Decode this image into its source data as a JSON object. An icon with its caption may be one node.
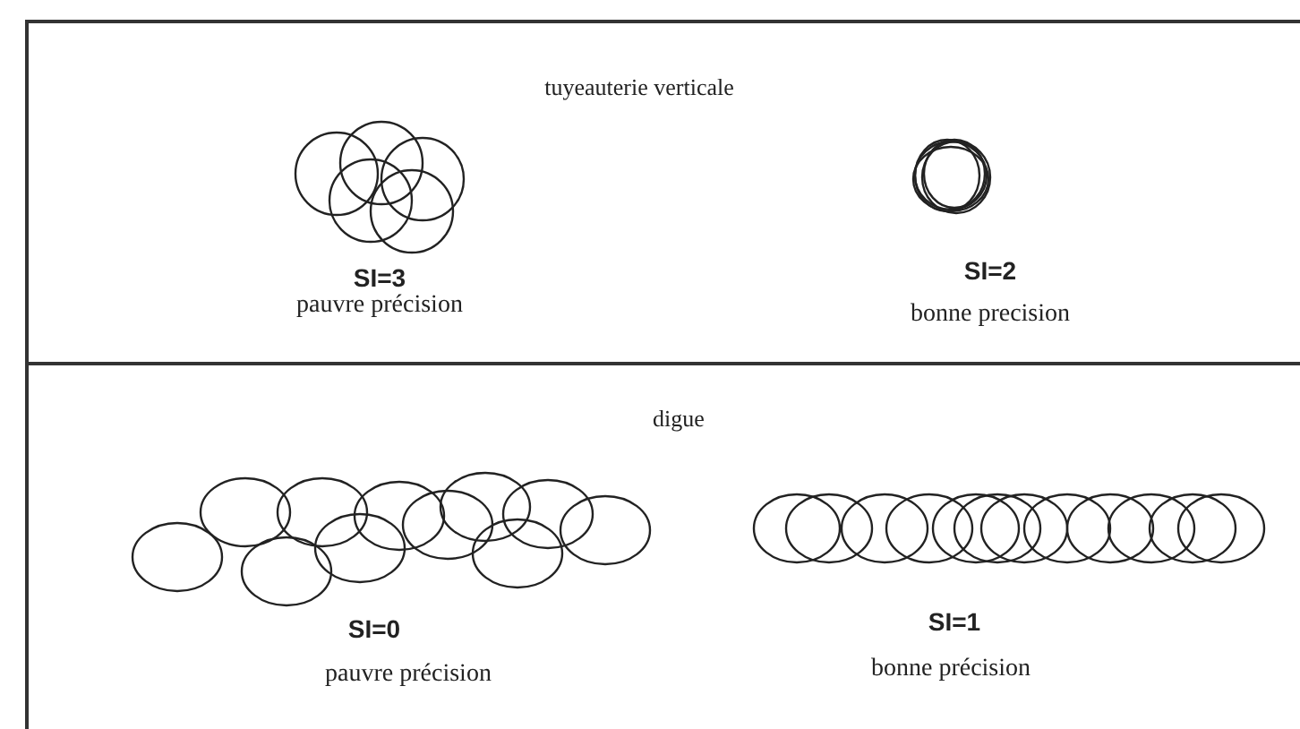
{
  "diagram": {
    "nodes": [
      {
        "text": [
          "tuyeauterie verticale"
        ]
      },
      {
        "text": [
          "digue"
        ]
      }
    ],
    "labels": [
      "SI=3",
      "pauvre précision",
      "SI=2",
      "bonne precision",
      "SI=0",
      "pauvre précision",
      "SI=1",
      "bonne précision"
    ]
  }
}
